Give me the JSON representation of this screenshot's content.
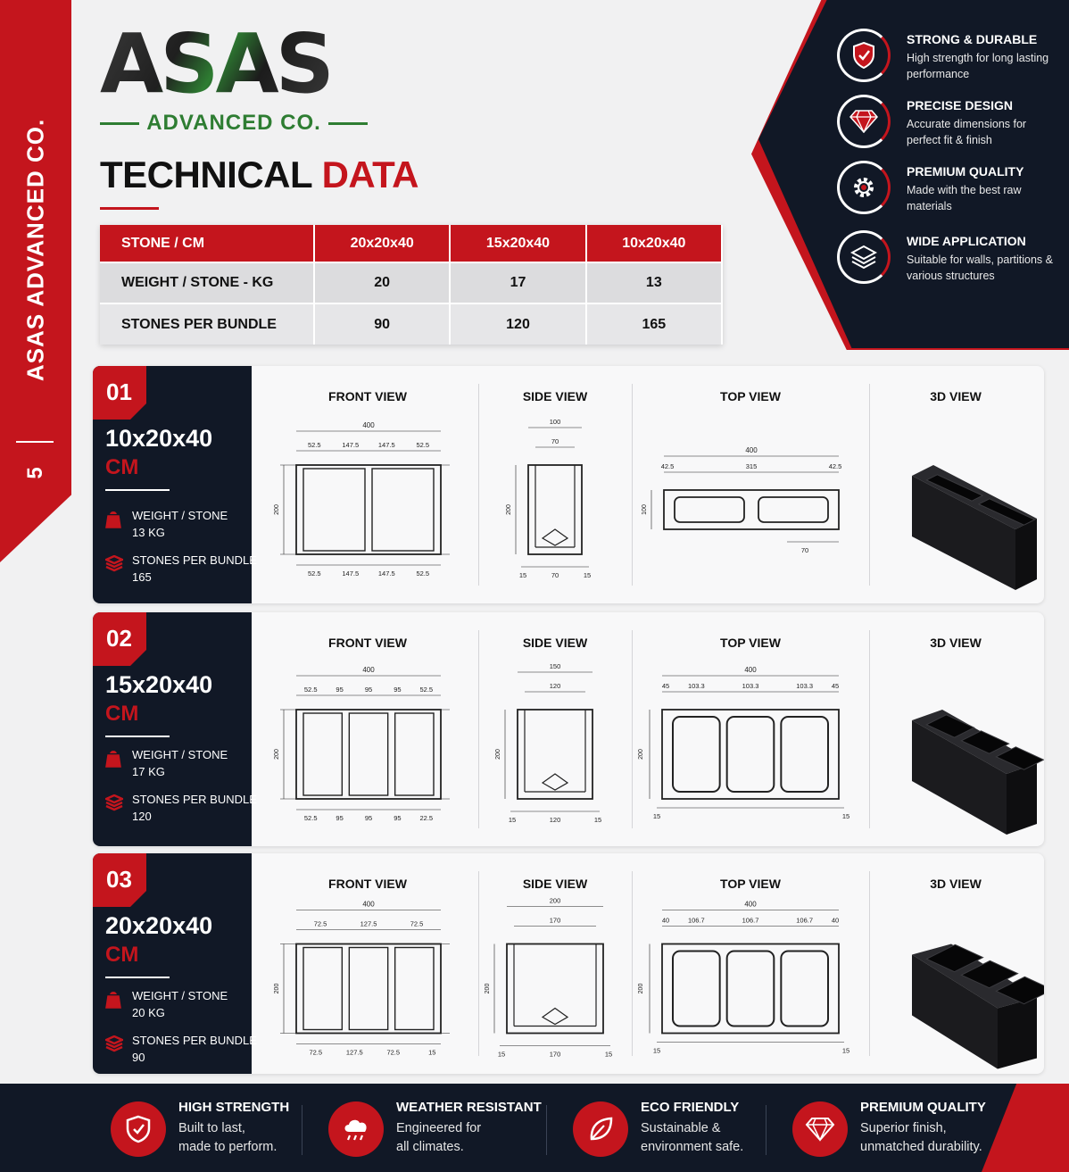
{
  "sidebar": {
    "brand_vertical": "ASAS ADVANCED CO.",
    "page_number": "5"
  },
  "logo": {
    "word": "ASAS",
    "tagline": "ADVANCED CO."
  },
  "title": {
    "part1": "TECHNICAL",
    "part2": "DATA"
  },
  "spec_table": {
    "headers": [
      "STONE / CM",
      "20x20x40",
      "15x20x40",
      "10x20x40"
    ],
    "rows": [
      [
        "WEIGHT / STONE - KG",
        "20",
        "17",
        "13"
      ],
      [
        "STONES PER BUNDLE",
        "90",
        "120",
        "165"
      ]
    ]
  },
  "features": [
    {
      "title": "STRONG & DURABLE",
      "desc": "High strength for long lasting performance",
      "icon": "shield-icon"
    },
    {
      "title": "PRECISE DESIGN",
      "desc": "Accurate dimensions for perfect fit & finish",
      "icon": "diamond-icon"
    },
    {
      "title": "PREMIUM QUALITY",
      "desc": "Made with the best raw materials",
      "icon": "gear-icon"
    },
    {
      "title": "WIDE APPLICATION",
      "desc": "Suitable for walls, partitions & various structures",
      "icon": "layers-icon"
    }
  ],
  "views_headers": {
    "front": "FRONT VIEW",
    "side": "SIDE VIEW",
    "top": "TOP VIEW",
    "iso": "3D VIEW"
  },
  "blocks": [
    {
      "num": "01",
      "size": "10x20x40",
      "unit": "CM",
      "weight_label": "WEIGHT / STONE",
      "weight_value": "13 KG",
      "bundle_label": "STONES PER BUNDLE",
      "bundle_value": "165",
      "front": {
        "total": "400",
        "height": "200",
        "top": [
          "52.5",
          "147.5",
          "147.5",
          "52.5"
        ],
        "bottom": [
          "52.5",
          "147.5",
          "147.5",
          "52.5"
        ]
      },
      "side": {
        "width": "100",
        "inner": "70",
        "height": "200",
        "bottom": [
          "15",
          "70",
          "15"
        ]
      },
      "top": {
        "total": "400",
        "dims": [
          "42.5",
          "315",
          "42.5"
        ],
        "height": "100",
        "web": "70"
      }
    },
    {
      "num": "02",
      "size": "15x20x40",
      "unit": "CM",
      "weight_label": "WEIGHT / STONE",
      "weight_value": "17 KG",
      "bundle_label": "STONES PER BUNDLE",
      "bundle_value": "120",
      "front": {
        "total": "400",
        "height": "200",
        "top": [
          "52.5",
          "95",
          "95",
          "95",
          "52.5"
        ],
        "bottom": [
          "52.5",
          "95",
          "95",
          "95",
          "22.5"
        ]
      },
      "side": {
        "width": "150",
        "inner": "120",
        "height": "200",
        "bottom": [
          "15",
          "120",
          "15"
        ]
      },
      "top": {
        "total": "400",
        "dims": [
          "45",
          "103.3",
          "103.3",
          "103.3",
          "45"
        ],
        "height": "200",
        "edges": [
          "15",
          "15"
        ]
      }
    },
    {
      "num": "03",
      "size": "20x20x40",
      "unit": "CM",
      "weight_label": "WEIGHT / STONE",
      "weight_value": "20 KG",
      "bundle_label": "STONES PER BUNDLE",
      "bundle_value": "90",
      "front": {
        "total": "400",
        "height": "200",
        "top": [
          "72.5",
          "127.5",
          "72.5"
        ],
        "bottom": [
          "72.5",
          "127.5",
          "72.5",
          "15"
        ]
      },
      "side": {
        "width": "200",
        "inner": "170",
        "height": "200",
        "bottom": [
          "15",
          "170",
          "15"
        ]
      },
      "top": {
        "total": "400",
        "dims": [
          "40",
          "106.7",
          "106.7",
          "106.7",
          "40"
        ],
        "height": "200",
        "edges": [
          "15",
          "15"
        ]
      }
    }
  ],
  "bottom_features": [
    {
      "title": "HIGH STRENGTH",
      "line1": "Built to last,",
      "line2": "made to perform.",
      "icon": "shield-icon"
    },
    {
      "title": "WEATHER RESISTANT",
      "line1": "Engineered for",
      "line2": "all climates.",
      "icon": "cloud-rain-icon"
    },
    {
      "title": "ECO FRIENDLY",
      "line1": "Sustainable &",
      "line2": "environment safe.",
      "icon": "leaf-icon"
    },
    {
      "title": "PREMIUM QUALITY",
      "line1": "Superior finish,",
      "line2": "unmatched durability.",
      "icon": "diamond-icon"
    }
  ]
}
